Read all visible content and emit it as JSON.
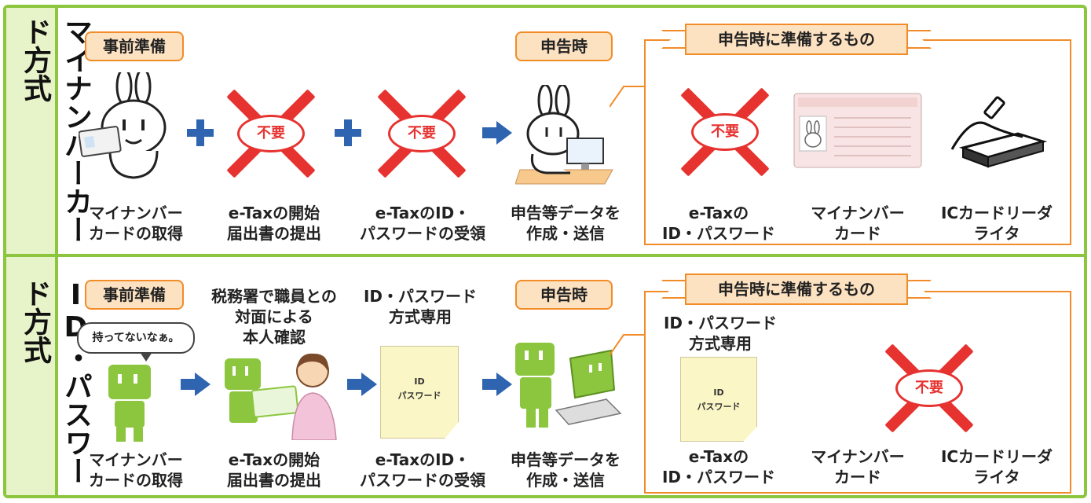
{
  "rows": [
    {
      "side_label": "マイナンバーカード方式",
      "tag_prep": "事前準備",
      "tag_filing": "申告時",
      "steps": [
        {
          "lines": [
            "マイナンバー",
            "カードの取得"
          ]
        },
        {
          "lines": [
            "e-Taxの開始",
            "届出書の提出"
          ],
          "badge": "不要"
        },
        {
          "lines": [
            "e-TaxのID・",
            "パスワードの受領"
          ],
          "badge": "不要"
        },
        {
          "lines": [
            "申告等データを",
            "作成・送信"
          ]
        }
      ],
      "prepare_title": "申告時に準備するもの",
      "prepare_items": [
        {
          "lines": [
            "e-Taxの",
            "ID・パスワード"
          ],
          "badge": "不要"
        },
        {
          "lines": [
            "マイナンバー",
            "カード"
          ]
        },
        {
          "lines": [
            "ICカードリーダ",
            "ライタ"
          ]
        }
      ]
    },
    {
      "side_label": "ID・パスワード方式",
      "tag_prep": "事前準備",
      "tag_filing": "申告時",
      "bubble": "持ってないなぁ。",
      "step2_head": [
        "税務署で職員との",
        "対面による",
        "本人確認"
      ],
      "step3_head": [
        "ID・パスワード",
        "方式専用"
      ],
      "doc_label": [
        "ID",
        "パスワード"
      ],
      "steps": [
        {
          "lines": [
            "マイナンバー",
            "カードの取得"
          ]
        },
        {
          "lines": [
            "e-Taxの開始",
            "届出書の提出"
          ]
        },
        {
          "lines": [
            "e-TaxのID・",
            "パスワードの受領"
          ]
        },
        {
          "lines": [
            "申告等データを",
            "作成・送信"
          ]
        }
      ],
      "prepare_title": "申告時に準備するもの",
      "prepare_head": [
        "ID・パスワード",
        "方式専用"
      ],
      "prepare_doc_label": [
        "ID",
        "パスワード"
      ],
      "prepare_items": [
        {
          "lines": [
            "e-Taxの",
            "ID・パスワード"
          ]
        },
        {
          "lines": [
            "マイナンバー",
            "カード"
          ],
          "badge": "不要"
        },
        {
          "lines": [
            "ICカードリーダ",
            "ライタ"
          ]
        }
      ]
    }
  ],
  "colors": {
    "frame_green": "#8cc63f",
    "side_bg": "#e7f3c9",
    "accent_orange": "#f28c28",
    "tag_bg": "#fde2c2",
    "arrow_blue": "#2f64b0",
    "cross_red": "#e63330"
  }
}
